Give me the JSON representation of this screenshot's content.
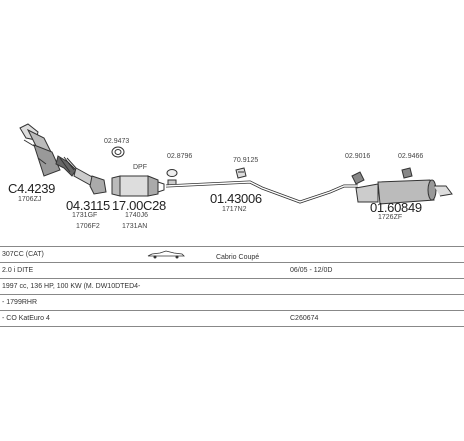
{
  "parts": {
    "front_cat": {
      "number": "C4.4239",
      "ref": "1706ZJ"
    },
    "flex_pipe": {
      "number": "04.3115",
      "ref1": "1731GF",
      "ref2": "1706F2"
    },
    "clamp_top": {
      "number": "02.9473"
    },
    "dpf_label": {
      "text": "DPF"
    },
    "dpf": {
      "number": "17.00C28",
      "ref1": "1740J6",
      "ref2": "1731AN"
    },
    "gasket_mid": {
      "number": "02.8796"
    },
    "clamp_mid": {
      "number": "70.9125"
    },
    "mid_pipe": {
      "number": "01.43006",
      "ref": "1717N2"
    },
    "rubber_a": {
      "number": "02.9016"
    },
    "rubber_b": {
      "number": "02.9466"
    },
    "rear_box": {
      "number": "01.60849",
      "ref": "1726ZF"
    }
  },
  "info_rows": [
    {
      "left": "307CC (CAT)",
      "middle": "Cabrio Coupé",
      "right": ""
    },
    {
      "left": "2.0 i DITE",
      "middle": "",
      "right": "06/05 - 12/0D"
    },
    {
      "left": "1997 cc, 136 HP, 100 KW (M. DW10DTED4-",
      "middle": "",
      "right": ""
    },
    {
      "left": "- 1799RHR",
      "middle": "",
      "right": ""
    },
    {
      "left": "- CO  KatEuro 4",
      "middle": "",
      "right": "C260674"
    }
  ],
  "icons": {
    "car": "convertible-car-icon"
  }
}
